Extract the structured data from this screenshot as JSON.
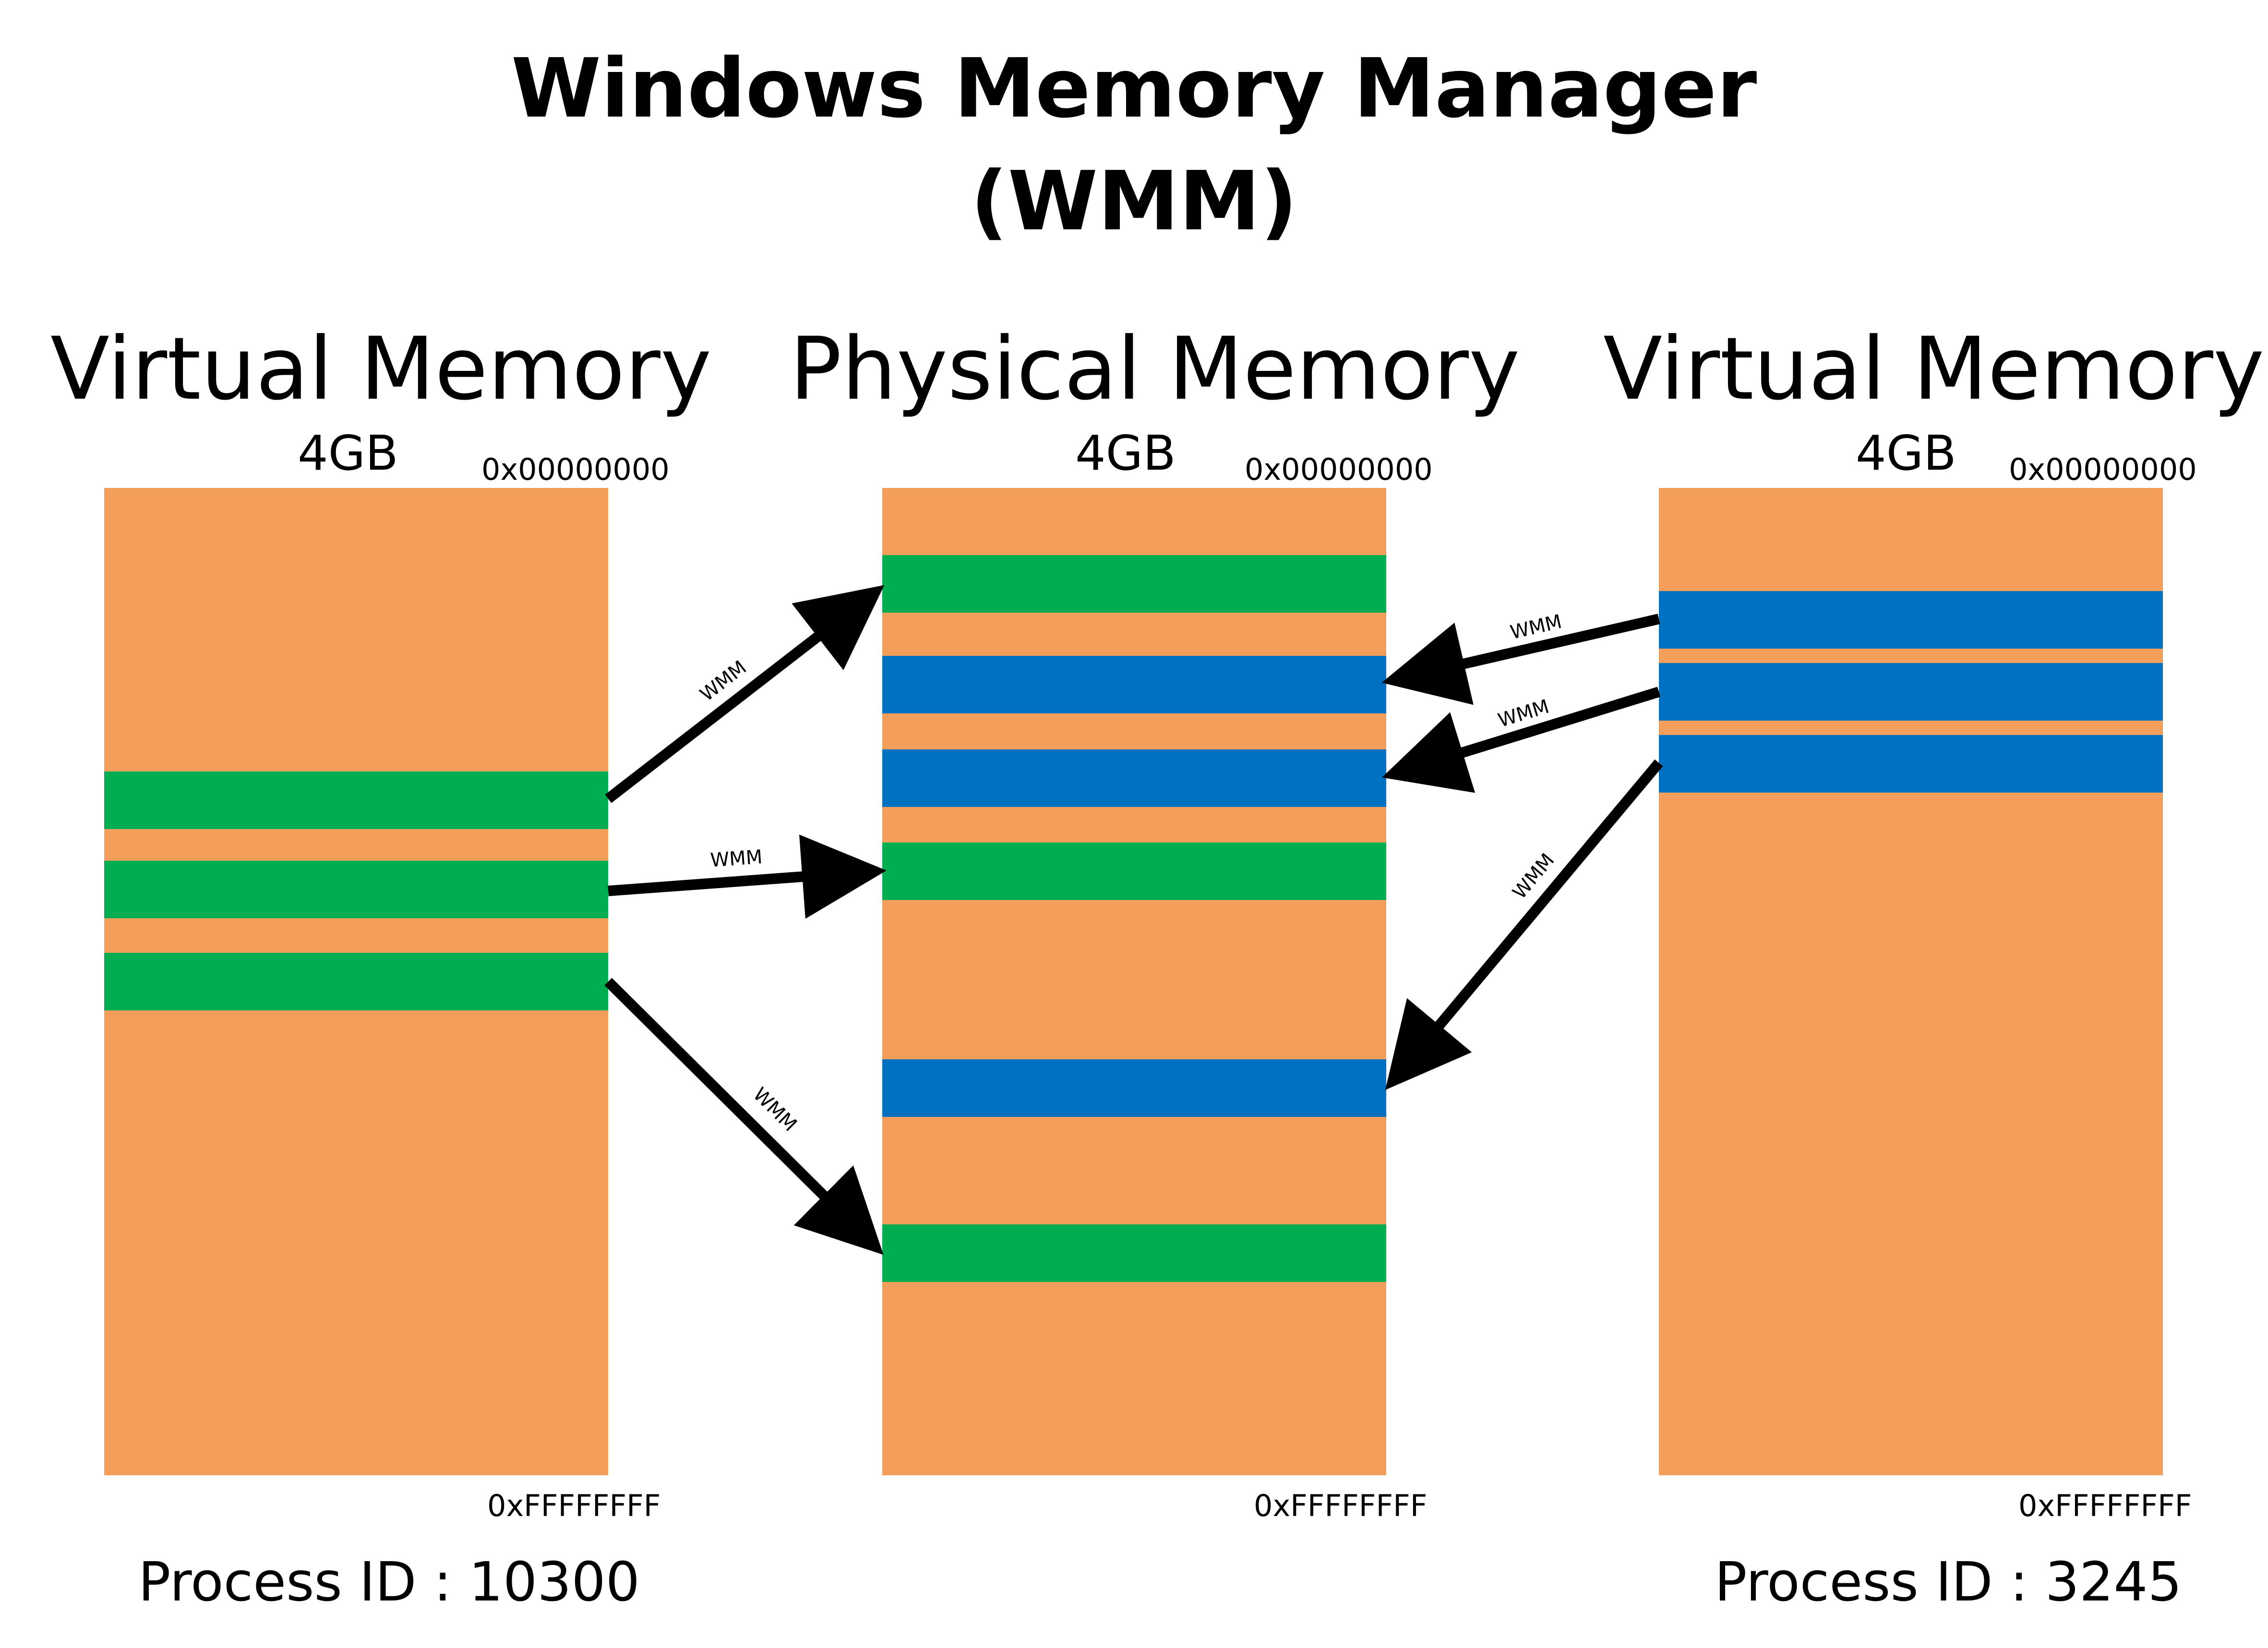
{
  "title": {
    "line1": "Windows Memory Manager",
    "line2": "(WMM)"
  },
  "columns": {
    "left": {
      "heading": "Virtual Memory",
      "size": "4GB",
      "start_address": "0x00000000",
      "end_address": "0xFFFFFFFF",
      "process": "Process ID : 10300"
    },
    "middle": {
      "heading": "Physical Memory",
      "size": "4GB",
      "start_address": "0x00000000",
      "end_address": "0xFFFFFFFF"
    },
    "right": {
      "heading": "Virtual Memory",
      "size": "4GB",
      "start_address": "0x00000000",
      "end_address": "0xFFFFFFFF",
      "process": "Process ID : 3245"
    }
  },
  "arrow_label": "WMM",
  "colors": {
    "memory": "#F49E5B",
    "process_10300_pages": "#00AD50",
    "process_3245_pages": "#0070C0",
    "arrow": "#000000"
  }
}
